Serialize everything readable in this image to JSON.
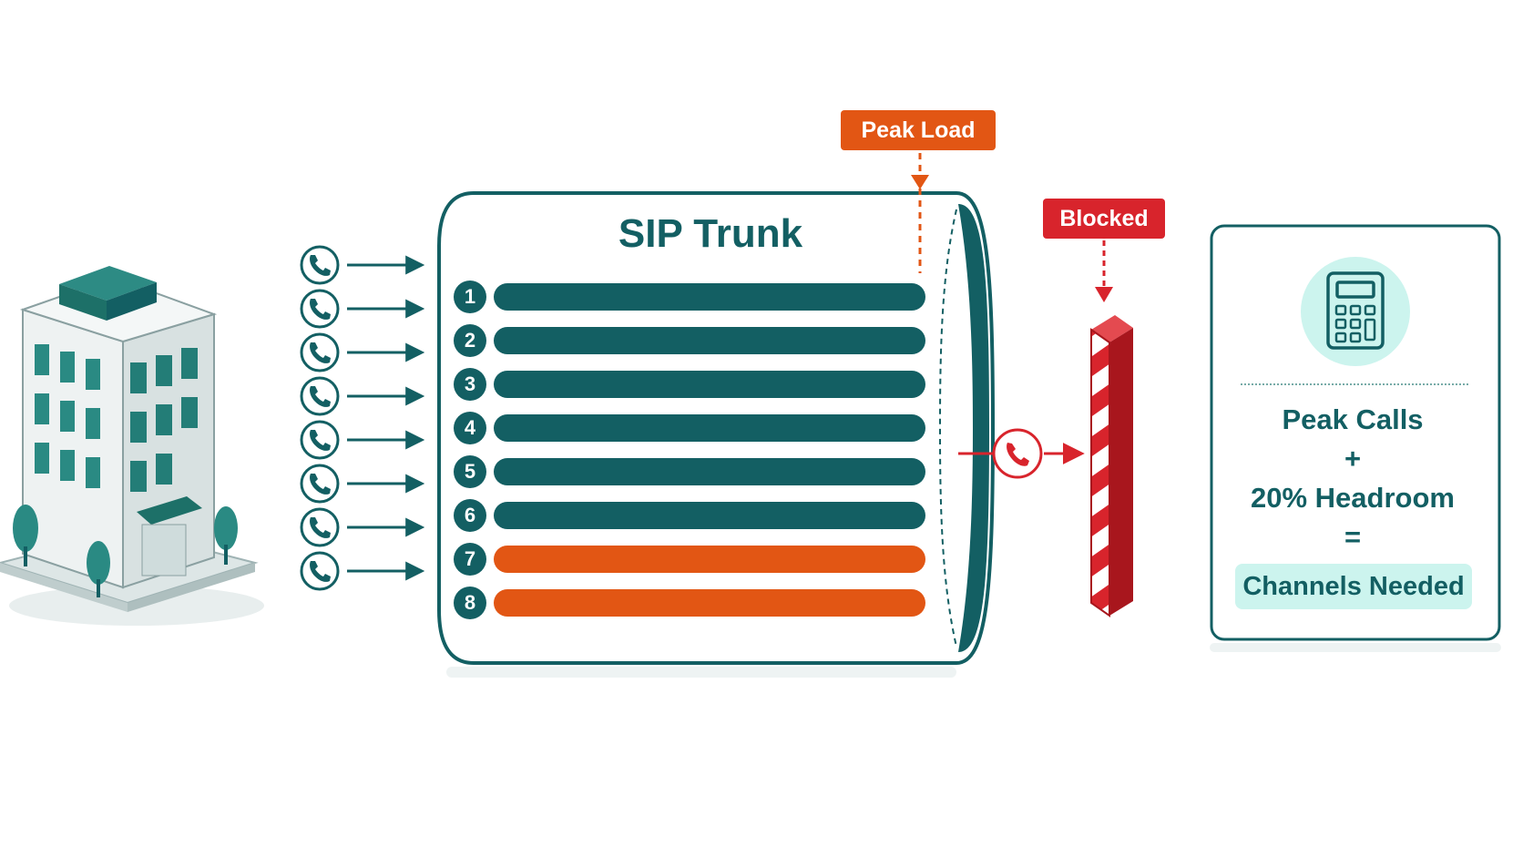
{
  "trunk": {
    "title": "SIP Trunk",
    "channels": [
      {
        "number": "1",
        "state": "active"
      },
      {
        "number": "2",
        "state": "active"
      },
      {
        "number": "3",
        "state": "active"
      },
      {
        "number": "4",
        "state": "active"
      },
      {
        "number": "5",
        "state": "active"
      },
      {
        "number": "6",
        "state": "active"
      },
      {
        "number": "7",
        "state": "peak"
      },
      {
        "number": "8",
        "state": "peak"
      }
    ]
  },
  "tags": {
    "peak_load": "Peak Load",
    "blocked": "Blocked"
  },
  "formula": {
    "line1": "Peak Calls",
    "plus": "+",
    "line2": "20% Headroom",
    "equals": "=",
    "result": "Channels Needed"
  },
  "icons": {
    "building": "office-building-icon",
    "incoming_call": "phone-icon",
    "blocked_call": "phone-icon",
    "barrier": "barrier-icon",
    "calculator": "calculator-icon"
  },
  "colors": {
    "teal": "#135f63",
    "orange": "#e25614",
    "red": "#d8242c",
    "mint": "#ccf4ee"
  }
}
